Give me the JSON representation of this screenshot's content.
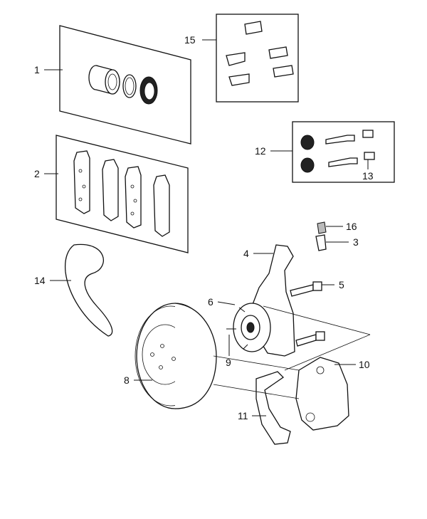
{
  "diagram": {
    "callouts": [
      {
        "id": "c1",
        "label": "1"
      },
      {
        "id": "c2",
        "label": "2"
      },
      {
        "id": "c3",
        "label": "3"
      },
      {
        "id": "c4",
        "label": "4"
      },
      {
        "id": "c5",
        "label": "5"
      },
      {
        "id": "c6",
        "label": "6"
      },
      {
        "id": "c7",
        "label": "8"
      },
      {
        "id": "c8",
        "label": "9"
      },
      {
        "id": "c9",
        "label": "10"
      },
      {
        "id": "c10",
        "label": "11"
      },
      {
        "id": "c11",
        "label": "12"
      },
      {
        "id": "c12",
        "label": "13"
      },
      {
        "id": "c13",
        "label": "14"
      },
      {
        "id": "c14",
        "label": "15"
      },
      {
        "id": "c15",
        "label": "16"
      }
    ]
  }
}
